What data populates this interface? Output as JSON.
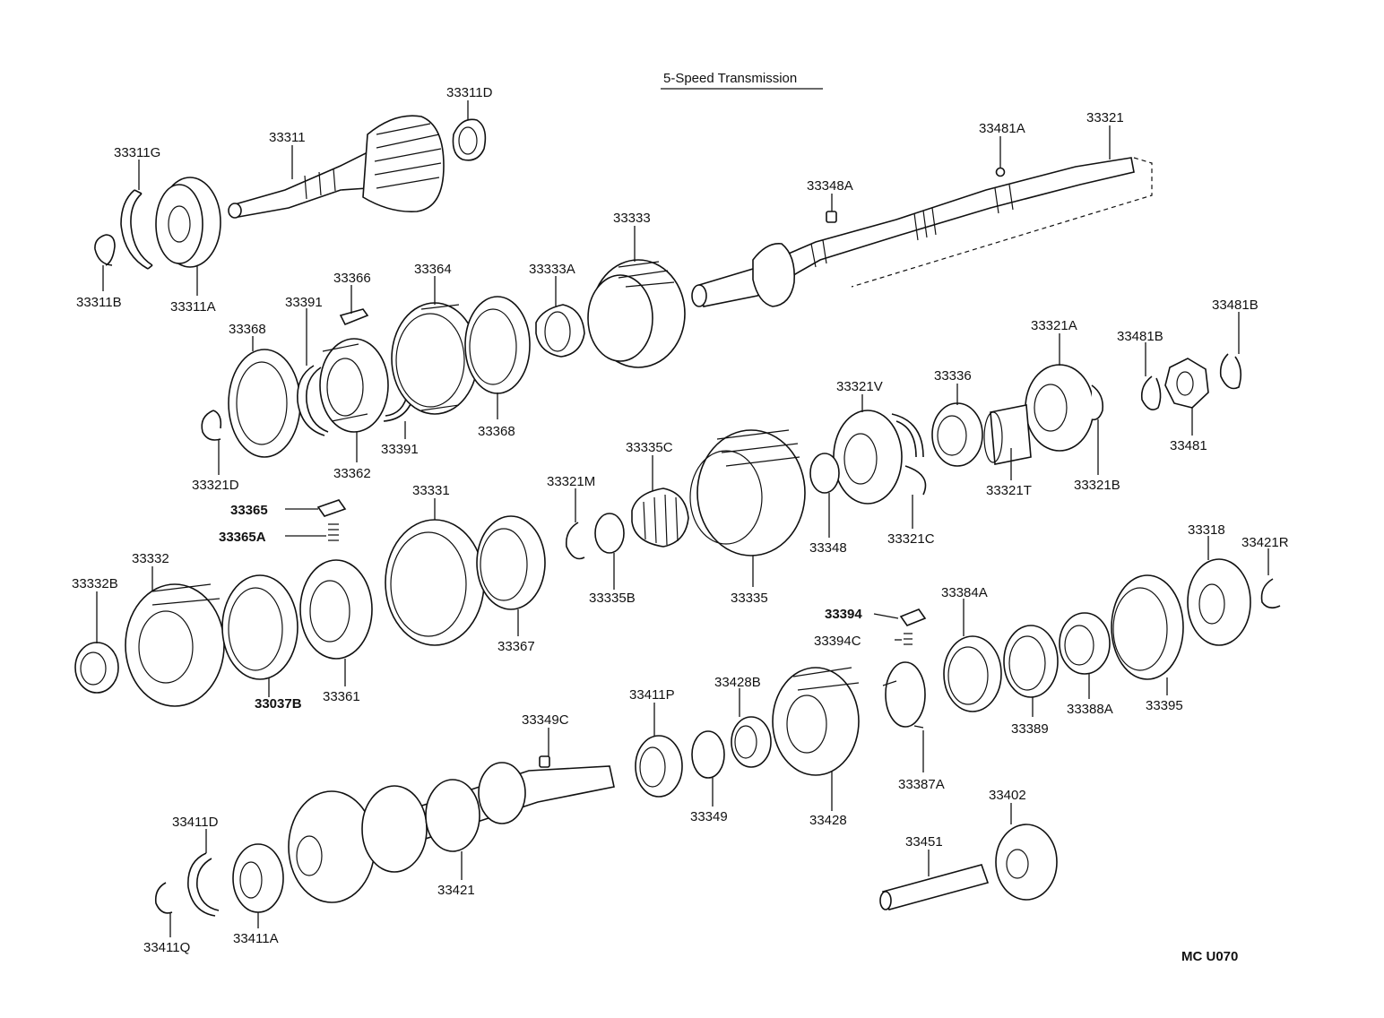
{
  "title": "5-Speed Transmission",
  "code": "MC  U070",
  "labels": {
    "p33311D": "33311D",
    "p33311": "33311",
    "p33311G": "33311G",
    "p33311B": "33311B",
    "p33311A": "33311A",
    "p33481A": "33481A",
    "p33321": "33321",
    "p33348A": "33348A",
    "p33333": "33333",
    "p33333A": "33333A",
    "p33366": "33366",
    "p33364": "33364",
    "p33391a": "33391",
    "p33368a": "33368",
    "p33391b": "33391",
    "p33368b": "33368",
    "p33362": "33362",
    "p33321D": "33321D",
    "p33321A": "33321A",
    "p33481Ba": "33481B",
    "p33481Bb": "33481B",
    "p33481": "33481",
    "p33321V": "33321V",
    "p33336": "33336",
    "p33321T": "33321T",
    "p33321B": "33321B",
    "p33321C": "33321C",
    "p33348": "33348",
    "p33335C": "33335C",
    "p33321M": "33321M",
    "p33335B": "33335B",
    "p33335": "33335",
    "p33331": "33331",
    "p33365": "33365",
    "p33365A": "33365A",
    "p33332": "33332",
    "p33332B": "33332B",
    "p33037B": "33037B",
    "p33361": "33361",
    "p33367": "33367",
    "p33318": "33318",
    "p33421R": "33421R",
    "p33384A": "33384A",
    "p33394": "33394",
    "p33394C": "33394C",
    "p33389": "33389",
    "p33388A": "33388A",
    "p33395": "33395",
    "p33411P": "33411P",
    "p33428B": "33428B",
    "p33349C": "33349C",
    "p33349": "33349",
    "p33428": "33428",
    "p33387A": "33387A",
    "p33402": "33402",
    "p33451": "33451",
    "p33411D": "33411D",
    "p33411Q": "33411Q",
    "p33411A": "33411A",
    "p33421": "33421"
  }
}
